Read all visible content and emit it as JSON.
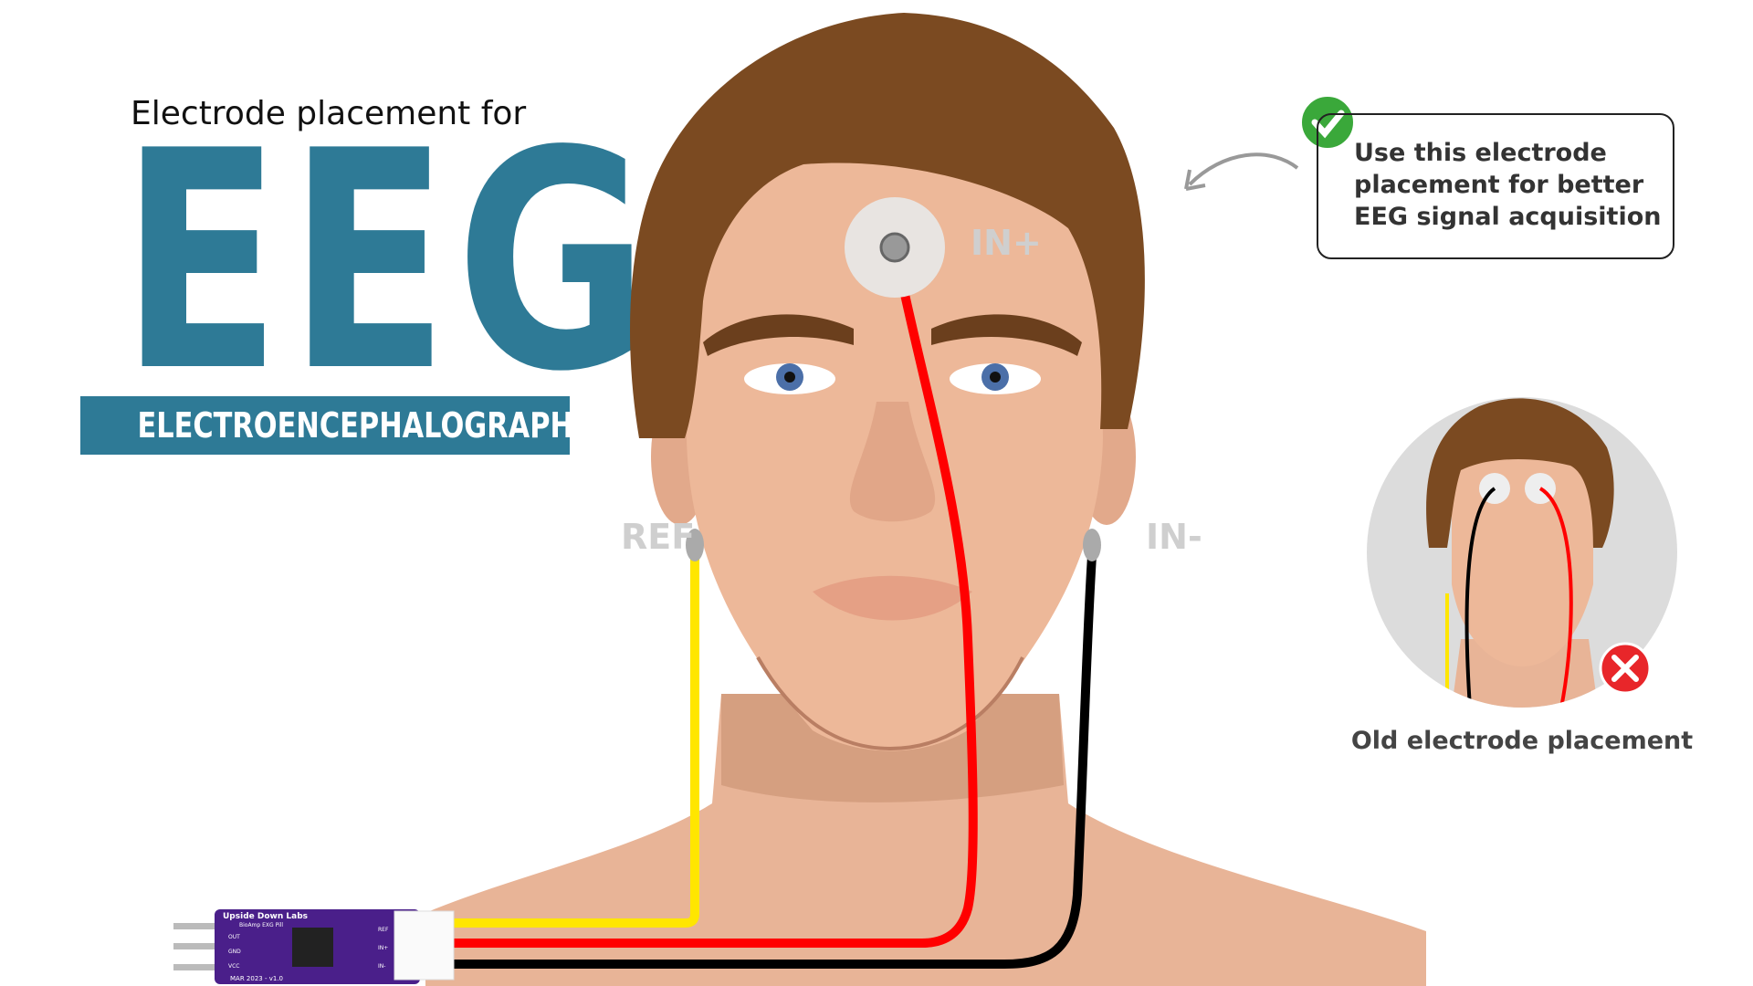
{
  "title": {
    "subtitle": "Electrode placement for",
    "main": "EEG",
    "banner": "ELECTROENCEPHALOGRAPHY",
    "accent_color": "#2e7a96"
  },
  "electrodes": {
    "positive": "IN+",
    "negative": "IN-",
    "reference": "REF"
  },
  "wire_colors": {
    "reference": "#ffe600",
    "positive": "#ff0000",
    "negative": "#000000"
  },
  "callout": {
    "icon": "check-circle-icon",
    "icon_color": "#3aa83a",
    "text": "Use this electrode placement for better EEG signal acquisition"
  },
  "old_placement": {
    "icon": "x-circle-icon",
    "icon_color": "#e8262a",
    "label": "Old electrode placement"
  },
  "board": {
    "brand": "Upside Down Labs",
    "name": "BioAmp EXG Pill",
    "date_version": "MAR 2023 - v1.0",
    "left_pins": [
      "OUT",
      "GND",
      "VCC"
    ],
    "right_pins": [
      "REF",
      "IN+",
      "IN-"
    ]
  }
}
